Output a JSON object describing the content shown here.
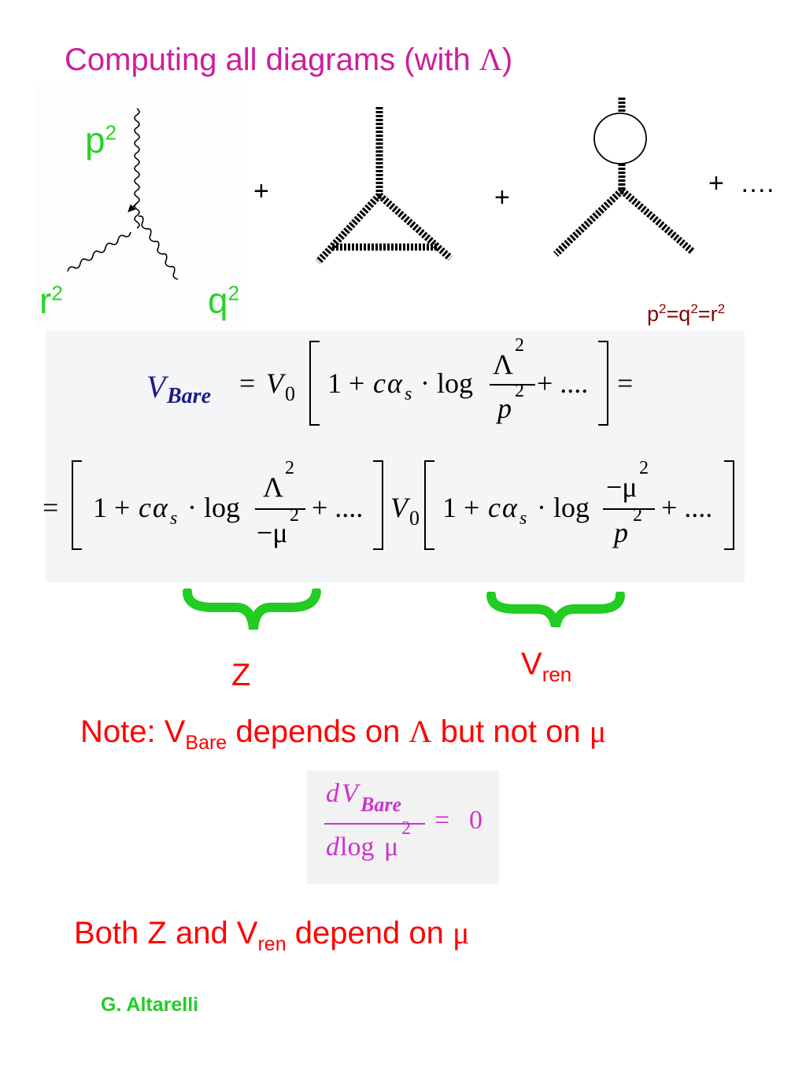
{
  "slide": {
    "title_text": "Computing all diagrams (with ",
    "title_symbol": "Λ",
    "title_close": ")",
    "plus_1": "+",
    "plus_2": "+",
    "plus_3": "+",
    "ellipsis": "….",
    "momentum_condition": {
      "p": "p",
      "q": "q",
      "r": "r",
      "exp": "2",
      "eq": "="
    }
  },
  "vertex_labels": {
    "top": "p",
    "left": "r",
    "right": "q",
    "exp": "2"
  },
  "equation_1": {
    "lhs_v": "V",
    "lhs_sub": "Bare",
    "eq": "=",
    "v0": "V",
    "v0_sub": "0",
    "one_plus": "1 + ",
    "c": "c",
    "alpha": "α",
    "s": "s",
    "dot_log": "· log",
    "num": "Λ",
    "num_exp": "2",
    "den": "p",
    "den_exp": "2",
    "tail": "+ ....",
    "end_eq": "="
  },
  "equation_2": {
    "lead_eq": "=",
    "z_one_plus": "1 + ",
    "z_dot_log": "· log",
    "z_num": "Λ",
    "z_den": "−μ",
    "exp": "2",
    "z_tail": "+ ....",
    "v0": "V",
    "v0_sub": "0",
    "v_one_plus": "1 + ",
    "v_dot_log": "· log",
    "v_num": "−μ",
    "v_den": "p",
    "v_tail": "+ ...."
  },
  "braces": {
    "color": "#22cc22"
  },
  "labels": {
    "z": "Z",
    "vren_v": "V",
    "vren_sub": "ren"
  },
  "note": {
    "prefix": "Note: V",
    "sub": "Bare",
    "middle": " depends on ",
    "lambda": "Λ",
    "mid2": " but not on ",
    "mu": "μ"
  },
  "equation_3": {
    "num_d": "d",
    "num_v": "V",
    "num_sub": "Bare",
    "den_d": "d",
    "den_log": "log",
    "den_mu": "μ",
    "den_exp": "2",
    "eq": "=",
    "rhs": "0"
  },
  "both": {
    "prefix": "Both Z and V",
    "sub": "ren",
    "suffix": " depend on ",
    "mu": "μ"
  },
  "author": "G. Altarelli",
  "colors": {
    "title": "#cc1e9a",
    "red": "#ff0000",
    "green": "#22cc22",
    "condition": "#8b0000",
    "dv_formula": "#cc33cc",
    "bare_label": "#1a1a8c"
  }
}
